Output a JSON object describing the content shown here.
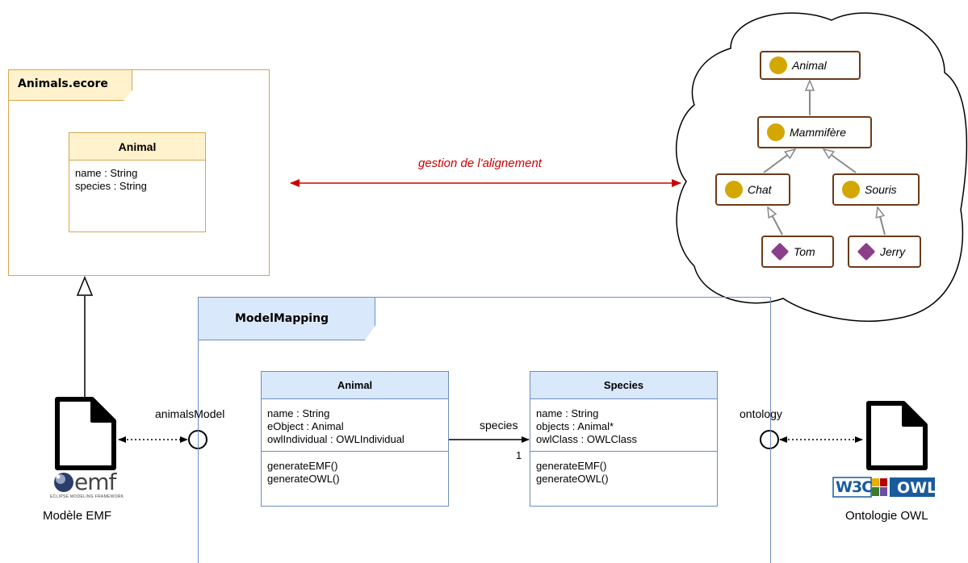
{
  "animals_ecore": {
    "title": "Animals.ecore",
    "class_name": "Animal",
    "attributes": [
      "name : String",
      "species : String"
    ]
  },
  "model_mapping": {
    "title": "ModelMapping",
    "animal": {
      "name": "Animal",
      "attributes": [
        "name : String",
        "eObject : Animal",
        "owlIndividual : OWLIndividual"
      ],
      "operations": [
        "generateEMF()",
        "generateOWL()"
      ]
    },
    "species": {
      "name": "Species",
      "attributes": [
        "name : String",
        "objects : Animal*",
        "owlClass : OWLClass"
      ],
      "operations": [
        "generateEMF()",
        "generateOWL()"
      ]
    },
    "association_label": "species",
    "association_multiplicity": "1",
    "port_left": "animalsModel",
    "port_right": "ontology"
  },
  "alignment_label": "gestion de l'alignement",
  "ontology": {
    "animal": "Animal",
    "mammal": "Mammifère",
    "cat": "Chat",
    "mouse": "Souris",
    "tom": "Tom",
    "jerry": "Jerry"
  },
  "emf": {
    "logo_text": "emf",
    "logo_subtext": "ECLIPSE MODELING FRAMEWORK",
    "caption": "Modèle EMF"
  },
  "owl": {
    "logo_w3c": "W3C",
    "logo_owl": "OWL",
    "caption": "Ontologie OWL"
  },
  "colors": {
    "ecore_border": "#d6a74a",
    "ecore_header": "#fff2cc",
    "mapping_border": "#6c8ebf",
    "mapping_header": "#dae8fc",
    "alignment": "#cc0000",
    "ontology_node_border": "#6b3a1a",
    "class_dot": "#d4a600",
    "individual_diamond": "#8b3f8b"
  }
}
